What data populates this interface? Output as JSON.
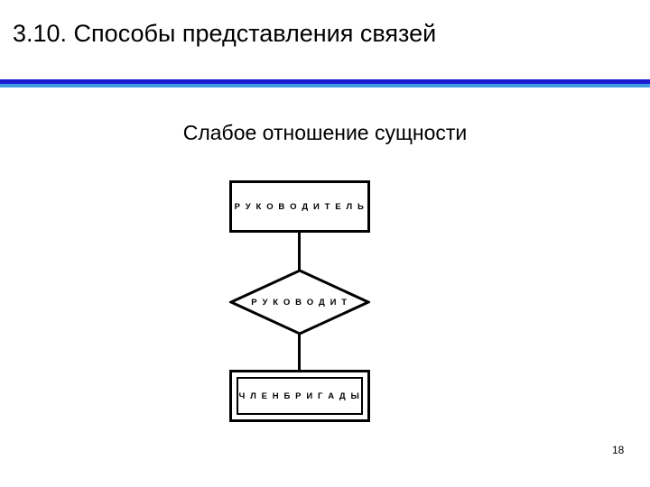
{
  "slide": {
    "title": "3.10. Способы представления связей",
    "subtitle": "Слабое отношение сущности",
    "page_number": "18",
    "accent_colors": {
      "rule_dark": "#1b1bd0",
      "rule_light": "#3f9fe0",
      "shape_stroke": "#000000",
      "shape_fill": "#ffffff"
    }
  },
  "diagram": {
    "type": "er-diagram",
    "nodes": [
      {
        "id": "entity-top",
        "shape": "rectangle",
        "label": "Р У К О В О Д И Т Е Л Ь"
      },
      {
        "id": "relationship",
        "shape": "diamond",
        "label": "Р У К О В О Д И Т"
      },
      {
        "id": "entity-bottom",
        "shape": "double-rectangle",
        "label": "Ч Л Е Н  Б Р И Г А Д Ы"
      }
    ],
    "edges": [
      {
        "from": "entity-top",
        "to": "relationship"
      },
      {
        "from": "relationship",
        "to": "entity-bottom"
      }
    ]
  }
}
